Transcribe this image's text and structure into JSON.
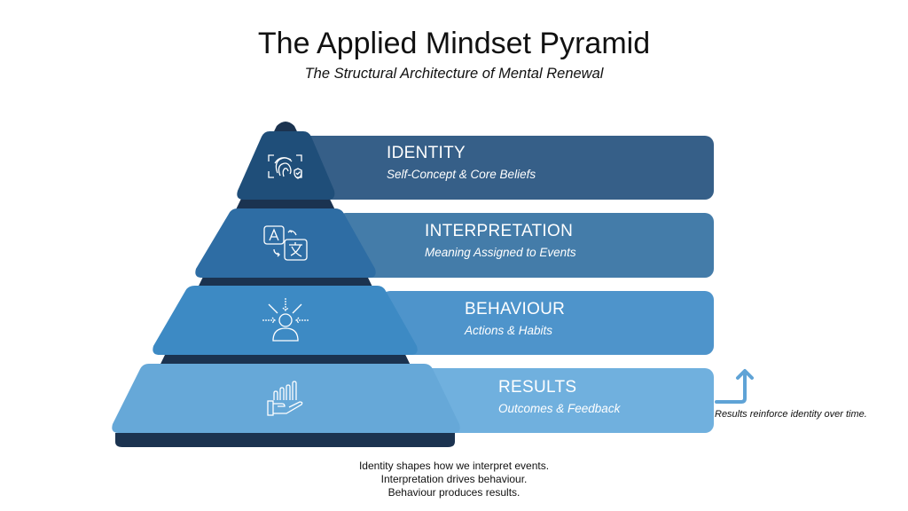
{
  "title": "The Applied Mindset Pyramid",
  "subtitle": "The Structural Architecture of Mental Renewal",
  "layers": [
    {
      "heading": "IDENTITY",
      "description": "Self-Concept & Core Beliefs",
      "icon": "fingerprint-shield-icon",
      "color": "#1f4e79",
      "bar_color": "#365f88"
    },
    {
      "heading": "INTERPRETATION",
      "description": "Meaning Assigned to Events",
      "icon": "translate-icon",
      "color": "#2e6da4",
      "bar_color": "#447ca9"
    },
    {
      "heading": "BEHAVIOUR",
      "description": "Actions & Habits",
      "icon": "focus-person-icon",
      "color": "#3d8ac4",
      "bar_color": "#4e94cb"
    },
    {
      "heading": "RESULTS",
      "description": "Outcomes & Feedback",
      "icon": "hand-growth-chart-icon",
      "color": "#66a8d8",
      "bar_color": "#70b0de"
    }
  ],
  "feedback_note": "Results reinforce identity over time.",
  "footer": [
    "Identity shapes how we interpret events.",
    "Interpretation drives behaviour.",
    "Behaviour produces results."
  ],
  "colors": {
    "base": "#1b3350",
    "arrow": "#5fa3d6"
  }
}
